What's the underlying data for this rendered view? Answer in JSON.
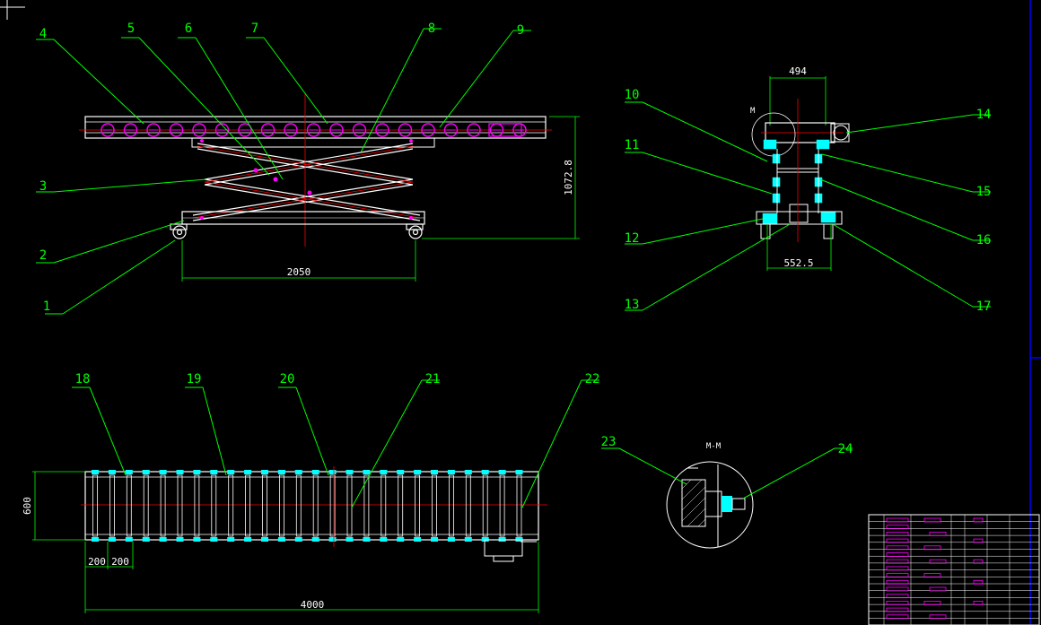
{
  "colors": {
    "background": "#000000",
    "leader": "#00ff00",
    "outline": "#ffffff",
    "roller": "#ff00ff",
    "center": "#ff0000",
    "fitting": "#00ffff",
    "dimension": "#00ff00",
    "edge_marker": "#0000ff"
  },
  "balloons": [
    "1",
    "2",
    "3",
    "4",
    "5",
    "6",
    "7",
    "8",
    "9",
    "10",
    "11",
    "12",
    "13",
    "14",
    "15",
    "16",
    "17",
    "18",
    "19",
    "20",
    "21",
    "22",
    "23",
    "24"
  ],
  "dimensions": {
    "side_wheelbase": "2050",
    "side_height": "1072.8",
    "end_top_width": "494",
    "end_base_width": "552.5",
    "plan_length": "4000",
    "plan_width": "600",
    "plan_pitch_a": "200",
    "plan_pitch_b": "200"
  },
  "views": {
    "section_marker": "M",
    "detail_title": "M-M"
  }
}
